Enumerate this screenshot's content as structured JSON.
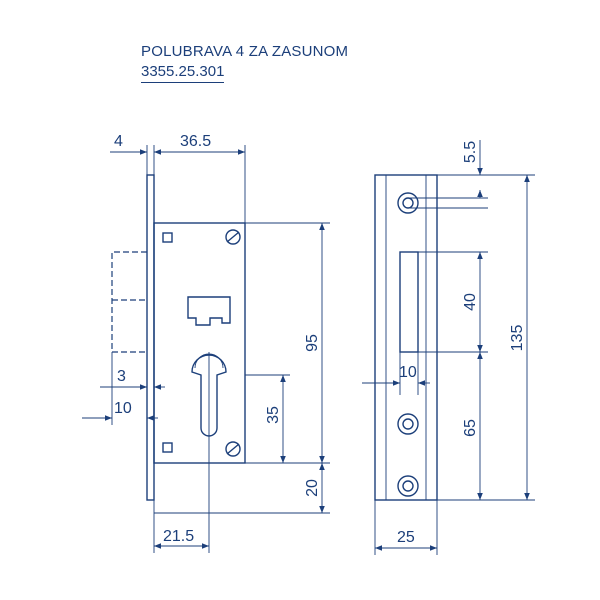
{
  "header": {
    "title": "POLUBRAVA 4 ZA ZASUNOM",
    "code": "3355.25.301"
  },
  "dimensions": {
    "faceplate_thickness": "4",
    "backset_width": "36.5",
    "bolt_offset": "3",
    "bolt_projection": "10",
    "cylinder_backset": "21.5",
    "body_height": "95",
    "cylinder_to_bottom": "35",
    "bottom_offset": "20",
    "top_hole_offset": "5.5",
    "slot_height": "40",
    "lower_span": "65",
    "total_height": "135",
    "strike_projection": "10",
    "plate_width": "25"
  }
}
